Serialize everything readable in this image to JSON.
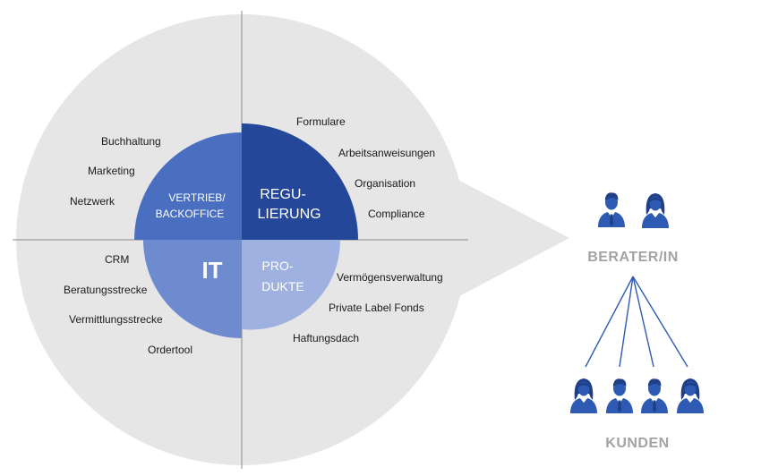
{
  "segments": {
    "vertrieb": {
      "line1": "VERTRIEB/",
      "line2": "BACKOFFICE",
      "color": "#4a6fc1"
    },
    "regulierung": {
      "line1": "REGU-",
      "line2": "LIERUNG",
      "color": "#24479a"
    },
    "it": {
      "label": "IT",
      "color": "#6f8bd0"
    },
    "produkte": {
      "line1": "PRO-",
      "line2": "DUKTE",
      "color": "#9fb1e0"
    }
  },
  "quadrant_items": {
    "top_left": [
      "Buchhaltung",
      "Marketing",
      "Netzwerk"
    ],
    "top_right": [
      "Formulare",
      "Arbeitsanweisungen",
      "Organisation",
      "Compliance"
    ],
    "bottom_left": [
      "CRM",
      "Beratungsstrecke",
      "Vermittlungsstrecke",
      "Ordertool"
    ],
    "bottom_right": [
      "Vermögensverwaltung",
      "Private Label Fonds",
      "Haftungsdach"
    ]
  },
  "roles": {
    "berater": {
      "label": "BERATER/IN",
      "icons": [
        "male-advisor-icon",
        "female-advisor-icon"
      ]
    },
    "kunden": {
      "label": "KUNDEN",
      "icons": [
        "female-customer-icon",
        "male-customer-icon",
        "male-customer-icon",
        "female-customer-icon"
      ]
    }
  },
  "colors": {
    "circle_bg": "#e6e6e6",
    "axis": "#8a8a8a",
    "person": "#2f5ab3",
    "connector": "#2f5ab3",
    "role_label": "#a3a3a3"
  }
}
